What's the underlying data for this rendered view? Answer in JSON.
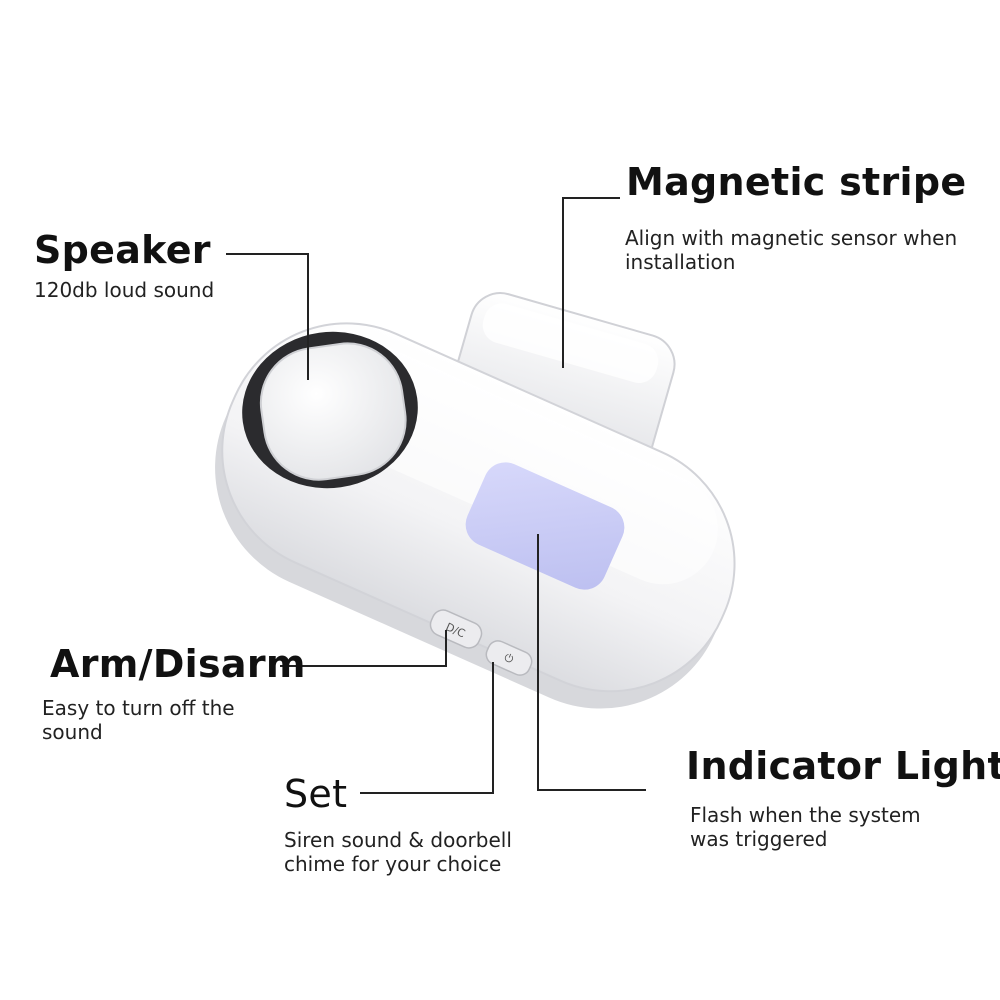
{
  "features": {
    "speaker": {
      "title": "Speaker",
      "desc": "120db loud sound"
    },
    "magnetic_stripe": {
      "title": "Magnetic stripe",
      "desc_line1": "Align with magnetic sensor when",
      "desc_line2": "installation"
    },
    "arm_disarm": {
      "title": "Arm/Disarm",
      "desc_line1": "Easy to turn off the",
      "desc_line2": "sound"
    },
    "set": {
      "title": "Set",
      "desc_line1": "Siren sound & doorbell",
      "desc_line2": "chime for your choice"
    },
    "indicator_light": {
      "title": "Indicator Light",
      "desc_line1": "Flash when the system",
      "desc_line2": "was triggered"
    }
  },
  "device": {
    "body_color": "#f7f7f8",
    "shadow_color": "#d9dade",
    "speaker_ring_color": "#2b2b2e",
    "indicator_color": "#c6c8f2",
    "button_label_arm": "D/C",
    "button_label_set": "⏻"
  }
}
